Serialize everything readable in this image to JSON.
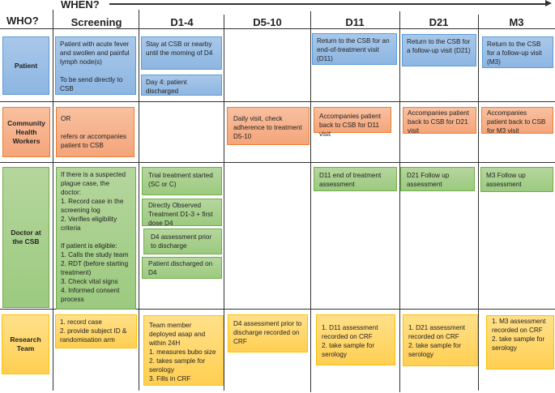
{
  "header": {
    "when": "WHEN?",
    "who": "WHO?",
    "columns": [
      "Screening",
      "D1-4",
      "D5-10",
      "D11",
      "D21",
      "M3"
    ]
  },
  "rows": {
    "patient": {
      "label": "Patient",
      "screening": "Patient with acute fever and swollen and painful  lymph node(s)\n\nTo be send directly to CSB",
      "d1_4": [
        "Stay at CSB or nearby until the morning of D4",
        "Day 4: patient discharged"
      ],
      "d11": "Return to the CSB for an end-of-treatment visit (D11)",
      "d21": "Return to the CSB for a follow-up visit (D21)",
      "m3": "Return to the CSB for a follow-up visit (M3)"
    },
    "chw": {
      "label": "Community Health Workers",
      "screening": "OR\n\nrefers or accompanies patient to CSB",
      "d5_10": "Daily visit, check adherence to treatment D5-10",
      "d11": "Accompanies patient back to CSB for D11 visit",
      "d21": "Accompanies patient back to CSB for D21 visit",
      "m3": "Accompanies patient back to CSB for M3 visit"
    },
    "doctor": {
      "label": "Doctor at the CSB",
      "screening": "If there is a suspected plague case, the doctor:\n1. Record case in the screening log\n2. Verifies eligibility criteria\n\nIf patient is eligible:\n1. Calls the study team\n2. RDT (before starting treatment)\n3. Check vital signs\n4. Informed consent process",
      "d1_4": [
        "Trial treatment started (SC or C)",
        "Directly Observed Treatment D1-3 + first dose D4",
        "D4 assessment prior to discharge",
        "Patient discharged on D4"
      ],
      "d11": "D11 end of treatment assessment",
      "d21": "D21 Follow up assessment",
      "m3": "M3 Follow up assessment"
    },
    "research": {
      "label": "Research Team",
      "screening": "1. record case\n2. provide subject ID & randomisation arm",
      "d1_4": "Team member deployed asap and within 24H\n1. measures bubo size\n2. takes sample for serology\n3. Fills in CRF",
      "d5_10": "D4 assessment prior to discharge recorded on CRF",
      "d11": "1.   D11 assessment recorded on CRF\n2.   take sample for serology",
      "d21": "1.   D21 assessment recorded on CRF\n2.   take sample for serology",
      "m3": "1.   M3 assessment recorded on CRF\n2.   take sample for serology"
    }
  },
  "colors": {
    "patient": "#9dc3e6",
    "chw": "#f4b183",
    "doctor": "#a9d18e",
    "research": "#ffd966"
  }
}
